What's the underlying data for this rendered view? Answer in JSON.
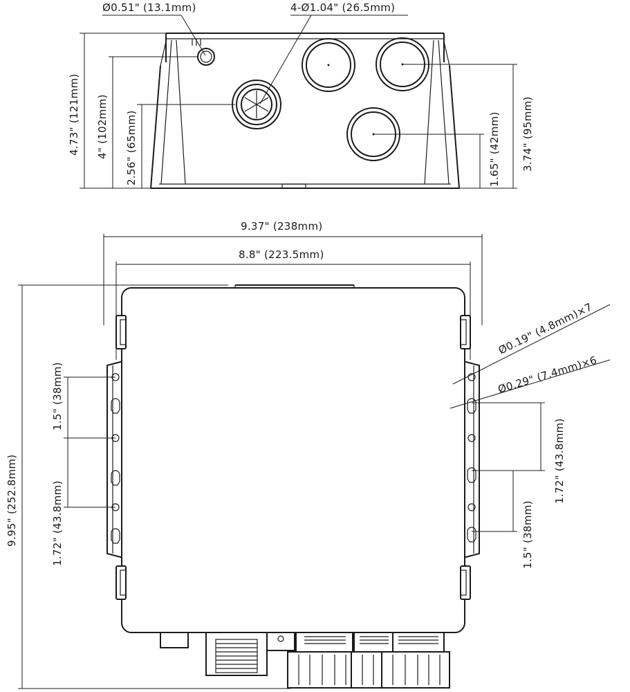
{
  "top_view": {
    "small_hole": "Ø0.51\" (13.1mm)",
    "large_holes": "4-Ø1.04\" (26.5mm)",
    "height_total": "4.73\" (121mm)",
    "height_small_hole": "4\" (102mm)",
    "height_grommet": "2.56\" (65mm)",
    "height_lower_hole": "1.65\" (42mm)",
    "height_upper_hole": "3.74\" (95mm)"
  },
  "front_view": {
    "width_total": "9.37\" (238mm)",
    "width_inner": "8.8\" (223.5mm)",
    "height_total": "9.95\" (252.8mm)",
    "hole_small": "Ø0.19\" (4.8mm)×7",
    "hole_large": "Ø0.29\" (7.4mm)×6",
    "left_spacing_top": "1.5\" (38mm)",
    "left_spacing_bottom": "1.72\" (43.8mm)",
    "right_spacing_top": "1.72\" (43.8mm)",
    "right_spacing_bottom": "1.5\" (38mm)"
  }
}
